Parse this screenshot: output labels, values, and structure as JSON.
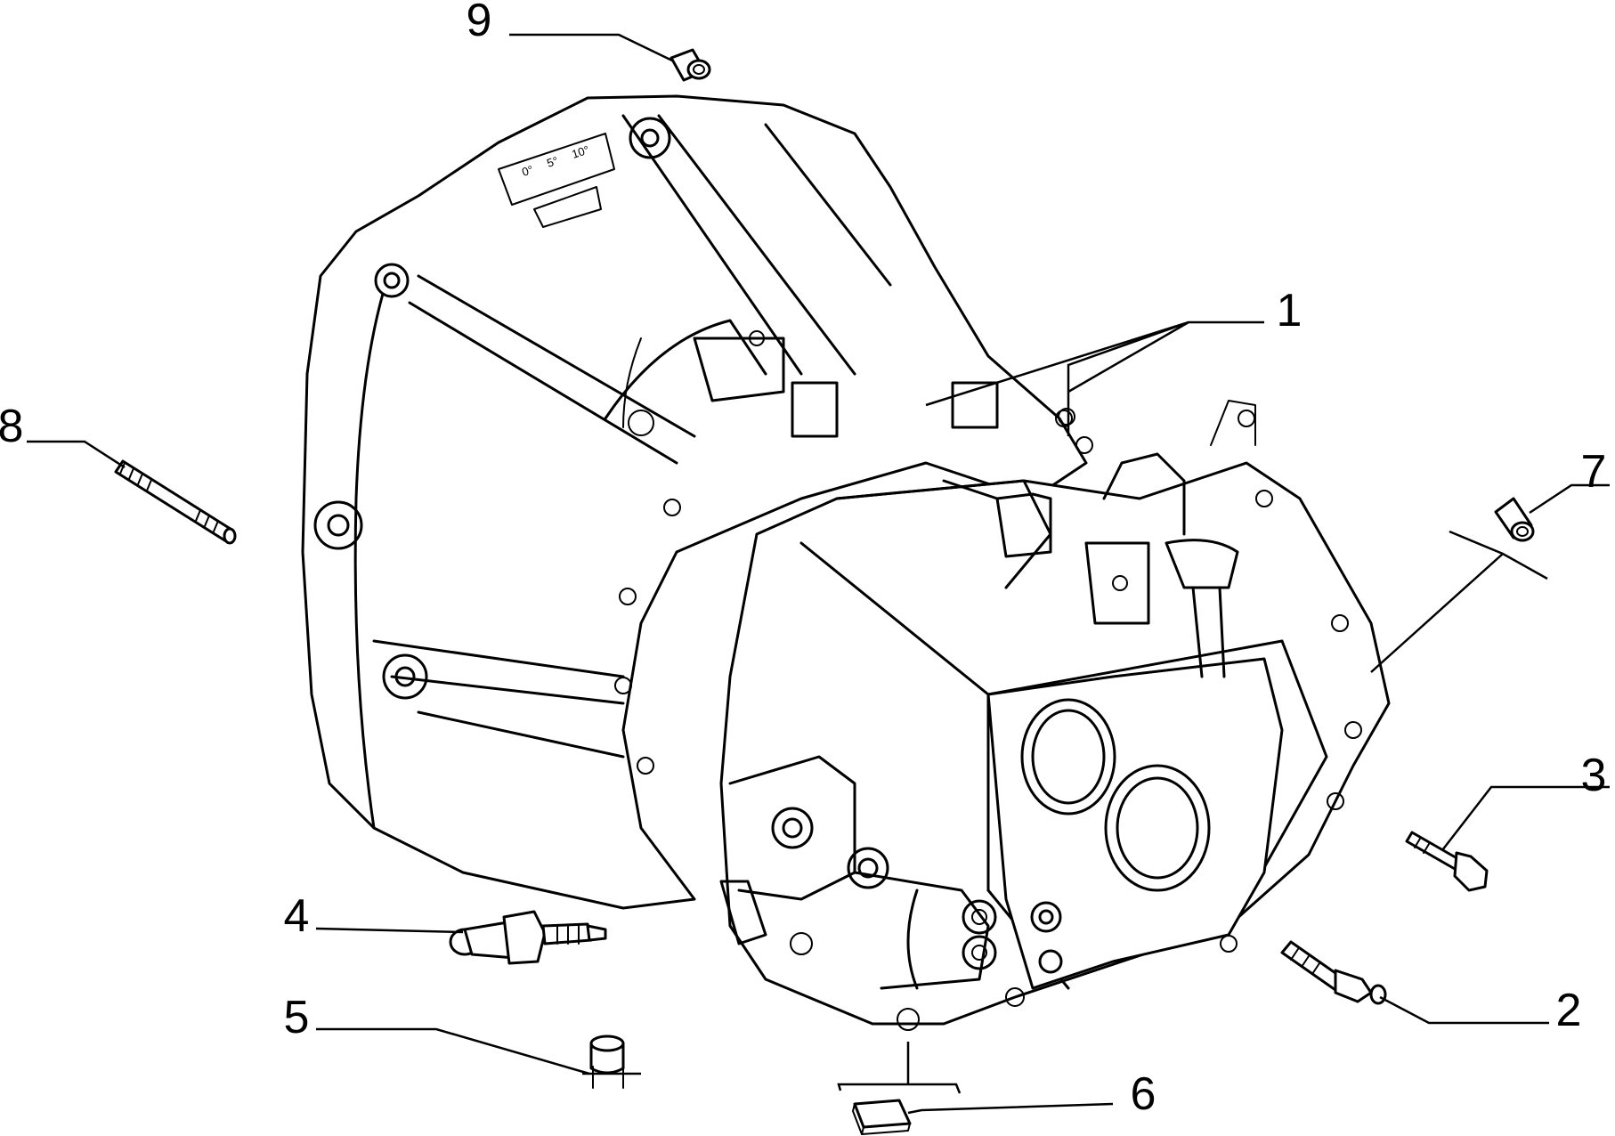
{
  "callouts": {
    "c1": "1",
    "c2": "2",
    "c3": "3",
    "c4": "4",
    "c5": "5",
    "c6": "6",
    "c7": "7",
    "c8": "8",
    "c9": "9"
  },
  "scale_labels": {
    "s0": "0°",
    "s5": "5°",
    "s10": "10°"
  },
  "colors": {
    "line": "#000000",
    "background": "#ffffff"
  }
}
